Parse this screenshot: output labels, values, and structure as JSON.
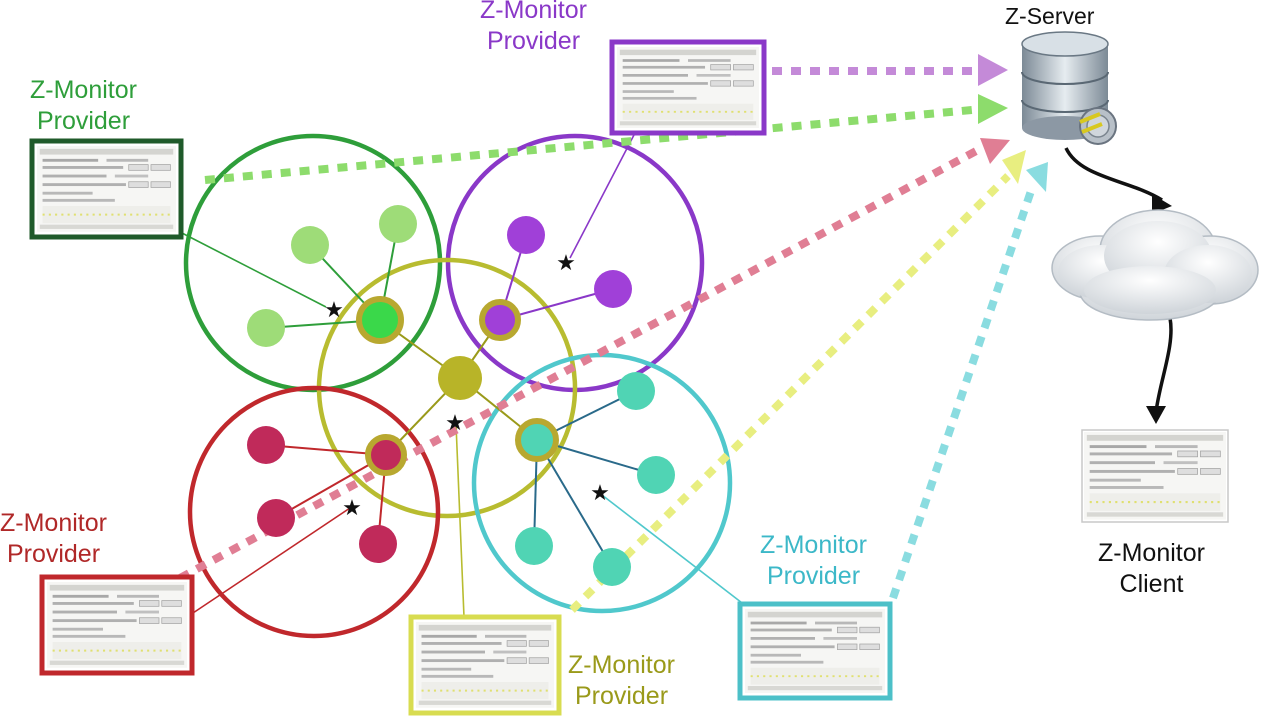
{
  "server": {
    "label": "Z-Server",
    "icon": "database-server-icon"
  },
  "cloud": {
    "icon": "cloud-icon"
  },
  "client": {
    "label_line1": "Z-Monitor",
    "label_line2": "Client"
  },
  "providers": [
    {
      "id": "green",
      "line1": "Z-Monitor",
      "line2": "Provider",
      "color": "#2e9e3a",
      "frame": "#1f5a2a",
      "arrow": "#8ddc6c"
    },
    {
      "id": "purple",
      "line1": "Z-Monitor",
      "line2": "Provider",
      "color": "#8a38c8",
      "frame": "#8a38c8",
      "arrow": "#c48ad8"
    },
    {
      "id": "red",
      "line1": "Z-Monitor",
      "line2": "Provider",
      "color": "#b02828",
      "frame": "#c0282c",
      "arrow": "#e07e94"
    },
    {
      "id": "olive",
      "line1": "Z-Monitor",
      "line2": "Provider",
      "color": "#9a9a1a",
      "frame": "#d8dc50",
      "arrow": "#e8ee80"
    },
    {
      "id": "cyan",
      "line1": "Z-Monitor",
      "line2": "Provider",
      "color": "#3cb8c8",
      "frame": "#4cc0c8",
      "arrow": "#8adce0"
    }
  ],
  "colors": {
    "green_circle": "#2e9e3a",
    "purple_circle": "#8a38c8",
    "red_circle": "#c0282c",
    "olive_circle": "#b8bc30",
    "cyan_circle": "#50c8cc",
    "green_node": "#9edc78",
    "purple_node": "#a040d8",
    "red_node": "#c02a5a",
    "olive_node": "#b8b428",
    "cyan_node": "#50d4b4"
  }
}
